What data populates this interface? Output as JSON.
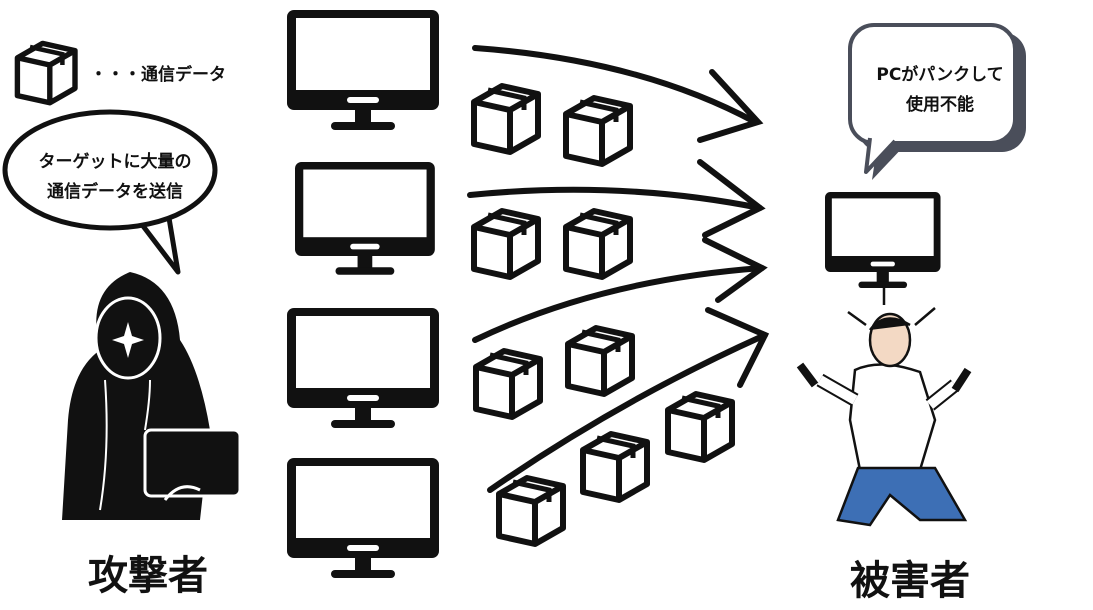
{
  "legend": {
    "icon": "package-box-icon",
    "text": "・・・通信データ"
  },
  "attacker": {
    "speech": [
      "ターゲットに大量の",
      "通信データを送信"
    ],
    "label": "攻撃者"
  },
  "victim": {
    "speech": [
      "PCがパンクして",
      "使用不能"
    ],
    "label": "被害者"
  },
  "colors": {
    "ink": "#111111",
    "bubble_shadow": "#4a4e5a",
    "jeans": "#3d6fb5"
  }
}
